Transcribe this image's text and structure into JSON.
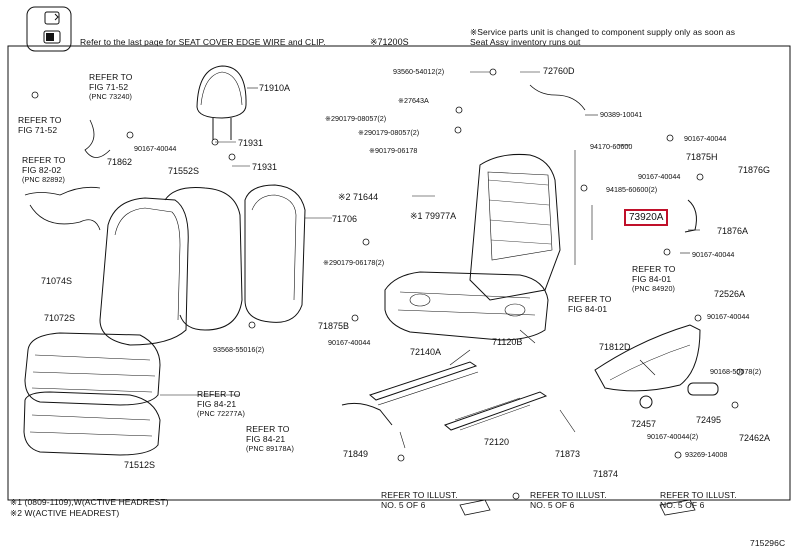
{
  "header": {
    "note_left": "Refer to the last page for SEAT COVER EDGE WIRE and CLIP.",
    "note_right_1": "※Service parts unit is changed to component supply only as soon as",
    "note_right_2": "Seat Assy inventory runs out",
    "group_part": "※71200S"
  },
  "highlight": {
    "part": "73920A",
    "color": "#c0102a"
  },
  "parts": {
    "p93560": "93560-54012(2)",
    "p72760D": "72760D",
    "p27643A": "※27643A",
    "p290179_a": "※290179-08057(2)",
    "p290179_b": "※290179-08057(2)",
    "p90389": "90389-10041",
    "p90179_06178": "※90179-06178",
    "p94170": "94170-60600",
    "p90167_rt1": "90167-40044",
    "p71875H": "71875H",
    "p90167_rt2": "90167-40044",
    "p71876G": "71876G",
    "p94185": "94185-60600(2)",
    "p71876A": "71876A",
    "p90167_rt3": "90167-40044",
    "p71644": "※2 71644",
    "p79977A": "※1 79977A",
    "p71706": "71706",
    "p290179_06178": "※290179-06178(2)",
    "p71910A": "71910A",
    "p71931a": "71931",
    "p71931b": "71931",
    "p71862": "71862",
    "p90167_hr": "90167-40044",
    "p71552S": "71552S",
    "p71074S": "71074S",
    "p71072S": "71072S",
    "p71512S": "71512S",
    "p93568": "93568-55016(2)",
    "p71875B": "71875B",
    "p90167_mid": "90167-40044",
    "p72140A": "72140A",
    "p71120B": "71120B",
    "p72120": "72120",
    "p71849": "71849",
    "p71873": "71873",
    "p71874": "71874",
    "p72526A": "72526A",
    "p90167_r4": "90167-40044",
    "p71812D": "71812D",
    "p90168": "90168-50078(2)",
    "p72495": "72495",
    "p72457": "72457",
    "p90167_r5": "90167-40044(2)",
    "p72462A": "72462A",
    "p93269": "93269-14008"
  },
  "refs": {
    "fig7152a": [
      "REFER TO",
      "FIG 71-52",
      "(PNC 73240)"
    ],
    "fig7152b": [
      "REFER TO",
      "FIG 71-52"
    ],
    "fig8202": [
      "REFER TO",
      "FIG 82-02",
      "(PNC 82892)"
    ],
    "fig8421a": [
      "REFER TO",
      "FIG 84-21",
      "(PNC 72277A)"
    ],
    "fig8421b": [
      "REFER TO",
      "FIG 84-21",
      "(PNC 89178A)"
    ],
    "fig8401a": [
      "REFER TO",
      "FIG 84-01",
      "(PNC 84920)"
    ],
    "fig8401b": [
      "REFER TO",
      "FIG 84-01"
    ],
    "illus1": [
      "REFER TO ILLUST.",
      "NO. 5 OF 6"
    ],
    "illus2": [
      "REFER TO ILLUST.",
      "NO. 5 OF 6"
    ],
    "illus3": [
      "REFER TO ILLUST.",
      "NO. 5 OF 6"
    ]
  },
  "footnotes": {
    "n1": "※1 (0809-1109),W(ACTIVE HEADREST)",
    "n2": "※2 W(ACTIVE HEADREST)"
  },
  "figure_code": "715296C"
}
